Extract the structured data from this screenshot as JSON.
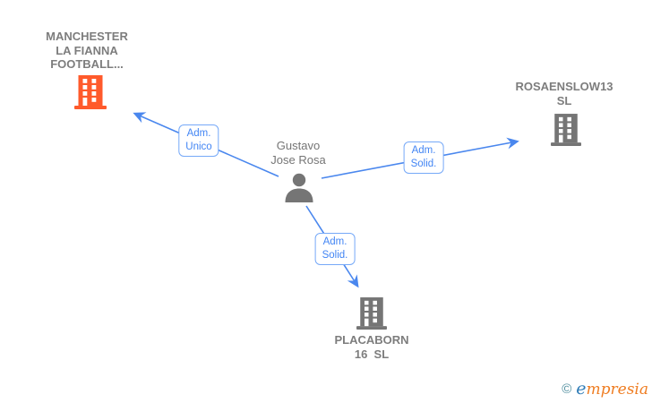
{
  "nodes": {
    "manchester": {
      "label": "MANCHESTER\nLA FIANNA\nFOOTBALL...",
      "type": "company",
      "icon": "building-icon",
      "icon_color": "#ff5a2b"
    },
    "rosaenslow": {
      "label": "ROSAENSLOW13\nSL",
      "type": "company",
      "icon": "building-icon",
      "icon_color": "#757575"
    },
    "person": {
      "label": "Gustavo\nJose Rosa",
      "type": "person",
      "icon": "person-icon",
      "icon_color": "#757575"
    },
    "placaborn": {
      "label": "PLACABORN\n16  SL",
      "type": "company",
      "icon": "building-icon",
      "icon_color": "#757575"
    }
  },
  "edges": [
    {
      "label": "Adm.\nUnico",
      "from": "person",
      "to": "manchester"
    },
    {
      "label": "Adm.\nSolid.",
      "from": "person",
      "to": "rosaenslow"
    },
    {
      "label": "Adm.\nSolid.",
      "from": "person",
      "to": "placaborn"
    }
  ],
  "footer": {
    "copyright": "©",
    "brand_first_letter": "e",
    "brand_rest": "mpresia"
  },
  "colors": {
    "edge_blue": "#4a87ee",
    "edge_label_text_blue": "#4285f4",
    "edge_label_border_blue": "#76a9f8",
    "company_text_gray": "#7d7d7d",
    "person_text_gray": "#757575",
    "building_gray": "#757575",
    "building_orange": "#ff5a2b",
    "logo_copyright_teal": "#4e8d9e",
    "logo_e_blue": "#2f7cb7",
    "logo_text_orange": "#ef7d22",
    "background": "#ffffff"
  }
}
